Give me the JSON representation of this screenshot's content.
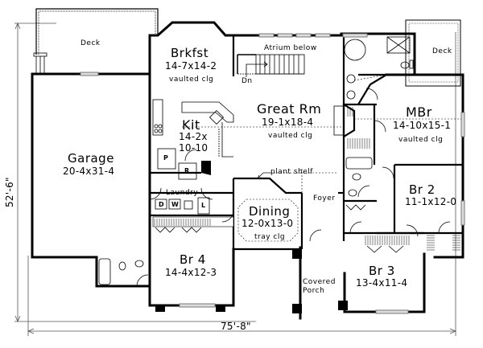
{
  "plan": {
    "overall_width": "75'-8\"",
    "overall_depth": "52'-6\""
  },
  "rooms": {
    "deck_left": {
      "name": "Deck"
    },
    "deck_right": {
      "name": "Deck"
    },
    "brkfst": {
      "name": "Brkfst",
      "dims": "14-7x14-2",
      "note": "vaulted clg"
    },
    "atrium": {
      "note": "Atrium below",
      "stair": "Dn"
    },
    "great_rm": {
      "name": "Great Rm",
      "dims": "19-1x18-4",
      "note": "vaulted clg"
    },
    "kit": {
      "name": "Kit",
      "dims_a": "14-2x",
      "dims_b": "10-10"
    },
    "mbr": {
      "name": "MBr",
      "dims": "14-10x15-1",
      "note": "vaulted clg"
    },
    "garage": {
      "name": "Garage",
      "dims": "20-4x31-4"
    },
    "laundry": {
      "name": "Laundry"
    },
    "dining": {
      "name": "Dining",
      "dims": "12-0x13-0",
      "note": "tray clg"
    },
    "foyer": {
      "name": "Foyer"
    },
    "br2": {
      "name": "Br 2",
      "dims": "11-1x12-0"
    },
    "br3": {
      "name": "Br 3",
      "dims": "13-4x11-4"
    },
    "br4": {
      "name": "Br 4",
      "dims": "14-4x12-3"
    },
    "porch": {
      "line1": "Covered",
      "line2": "Porch"
    }
  },
  "annotations": {
    "plant_shelf": "plant shelf",
    "pantry": "P",
    "refrigerator": "R",
    "dryer": "D",
    "washer": "W",
    "linen": "L"
  }
}
